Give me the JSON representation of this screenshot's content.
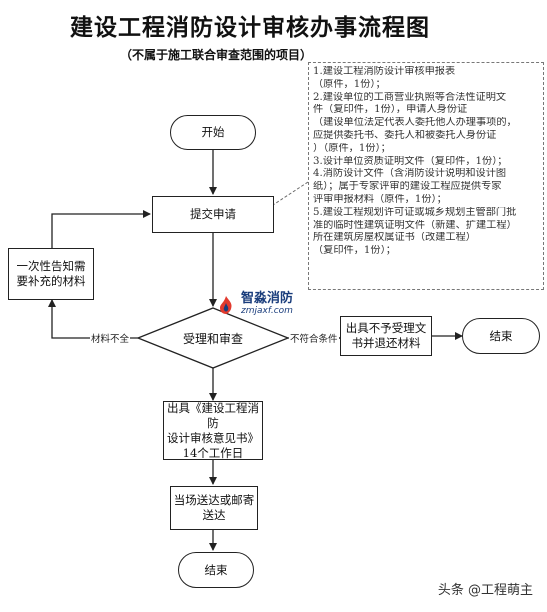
{
  "title": "建设工程消防设计审核办事流程图",
  "subtitle": "（不属于施工联合审查范围的项目）",
  "notes": [
    "1.建设工程消防设计审核申报表",
    "（原件，1份）；",
    "2.建设单位的工商营业执照等合法性证明文",
    "件（复印件，1份），申请人身份证",
    "（建设单位法定代表人委托他人办理事项的，",
    "应提供委托书、委托人和被委托人身份证",
    "）（原件，1份）；",
    "3.设计单位资质证明文件（复印件，1份）；",
    "4.消防设计文件（含消防设计说明和设计图",
    "纸）；属于专家评审的建设工程应提供专家",
    "评审申报材料（原件，1份）；",
    "5.建设工程规划许可证或城乡规划主管部门批",
    "准的临时性建筑证明文件（新建、扩建工程）",
    "所在建筑房屋权属证书（改建工程）",
    "（复印件，1份）；"
  ],
  "nodes": {
    "start": "开始",
    "submit": "提交申请",
    "review": "受理和审查",
    "supplement": [
      "一次性告知需",
      "要补充的材料"
    ],
    "reject": [
      "出具不予受理文",
      "书并退还材料"
    ],
    "end_right": "结束",
    "opinion": [
      "出具《建设工程消防",
      "设计审核意见书》",
      "14个工作日"
    ],
    "deliver": [
      "当场送达或邮寄",
      "送达"
    ],
    "end_bottom": "结束"
  },
  "edge_labels": {
    "incomplete": "材料不全",
    "noncompliant": "不符合条件"
  },
  "logo": {
    "name": "智淼消防",
    "url": "zmjaxf.com"
  },
  "watermark": "头条 @工程萌主",
  "colors": {
    "line": "#222222",
    "logo_blue": "#1a3d7c",
    "logo_accent": "#e23a2e"
  }
}
